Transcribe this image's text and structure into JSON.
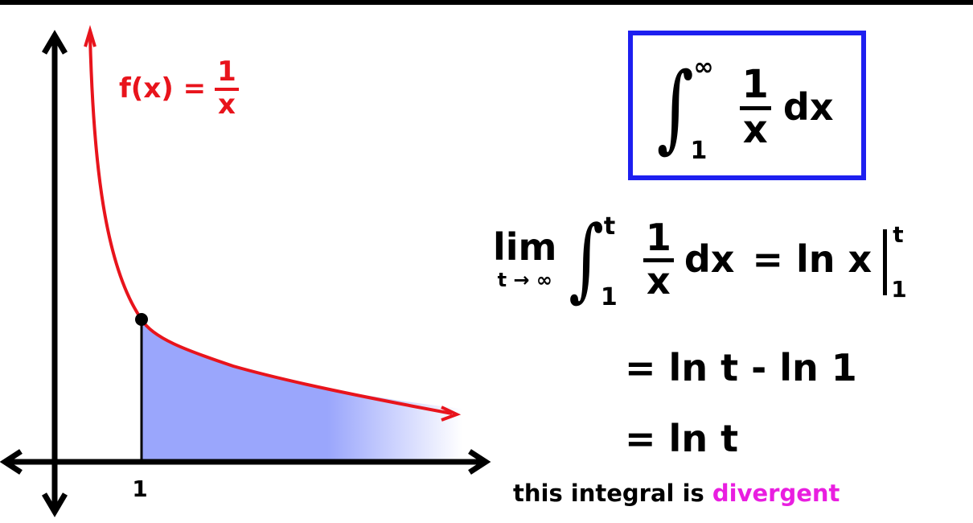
{
  "graph": {
    "function_label": {
      "prefix": "f(x) =",
      "numerator": "1",
      "denominator": "x"
    },
    "x_tick_label": "1",
    "colors": {
      "curve": "#e8141c",
      "area": "#9aa6fc",
      "axes": "#000000"
    }
  },
  "boxed_integral": {
    "upper_limit": "∞",
    "lower_limit": "1",
    "numerator": "1",
    "denominator": "x",
    "differential": "dx",
    "border_color": "#1d1ff0"
  },
  "limit_expression": {
    "lim": "lim",
    "lim_sub": "t → ∞",
    "upper_limit": "t",
    "lower_limit": "1",
    "numerator": "1",
    "denominator": "x",
    "differential": "dx",
    "equals_text": "= ln x",
    "eval_upper": "t",
    "eval_lower": "1"
  },
  "steps": [
    "= ln t - ln 1",
    "= ln t"
  ],
  "conclusion": {
    "text": "this integral is",
    "highlight": "divergent",
    "highlight_color": "#e91ee0"
  }
}
